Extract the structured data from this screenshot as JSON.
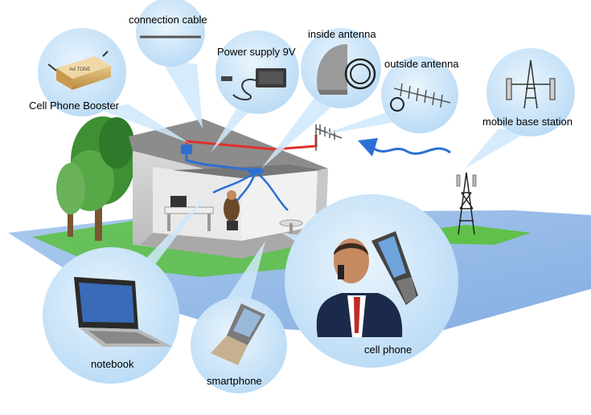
{
  "labels": {
    "connection_cable": "connection cable",
    "power_supply": "Power supply  9V",
    "inside_antenna": "inside antenna",
    "outside_antenna": "outside antenna",
    "cell_phone_booster": "Cell Phone Booster",
    "mobile_base_station": "mobile base station",
    "notebook": "notebook",
    "smartphone": "smartphone",
    "cell_phone": "cell phone"
  },
  "device_text": {
    "booster_brand": "Avi TONE"
  },
  "colors": {
    "bubble": "#cfe8fb",
    "sky_floor": "#7aa7e0",
    "grass": "#5fc04a",
    "signal_arrow": "#2b6fd6",
    "cable_red": "#e0312a",
    "cable_blue": "#2f6fd1"
  },
  "icons": [
    "booster-icon",
    "cable-icon",
    "power-supply-icon",
    "inside-antenna-icon",
    "outside-antenna-icon",
    "base-station-tower-icon",
    "notebook-icon",
    "smartphone-icon",
    "cell-phone-icon",
    "tree-icon",
    "house-icon"
  ]
}
